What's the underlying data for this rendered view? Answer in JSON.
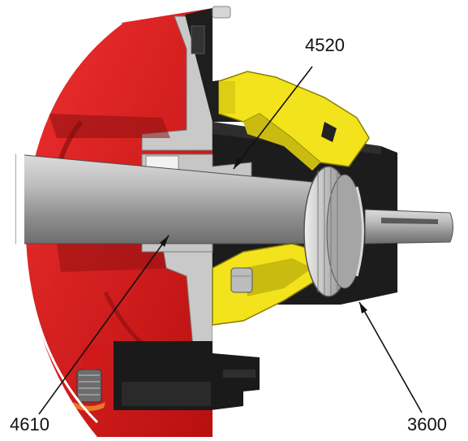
{
  "callouts": [
    {
      "id": "4520",
      "label": "4520"
    },
    {
      "id": "4610",
      "label": "4610"
    },
    {
      "id": "3600",
      "label": "3600"
    }
  ],
  "colors": {
    "casing_red": "#e11d1d",
    "bracket_yellow": "#f2e31c",
    "housing_black": "#1b1b1b",
    "metal_grey": "#a9a9a9",
    "cut_section_grey": "#c8c8c8",
    "shaft_grey": "#9a9a9a",
    "drain_orange": "#e87a2a"
  }
}
